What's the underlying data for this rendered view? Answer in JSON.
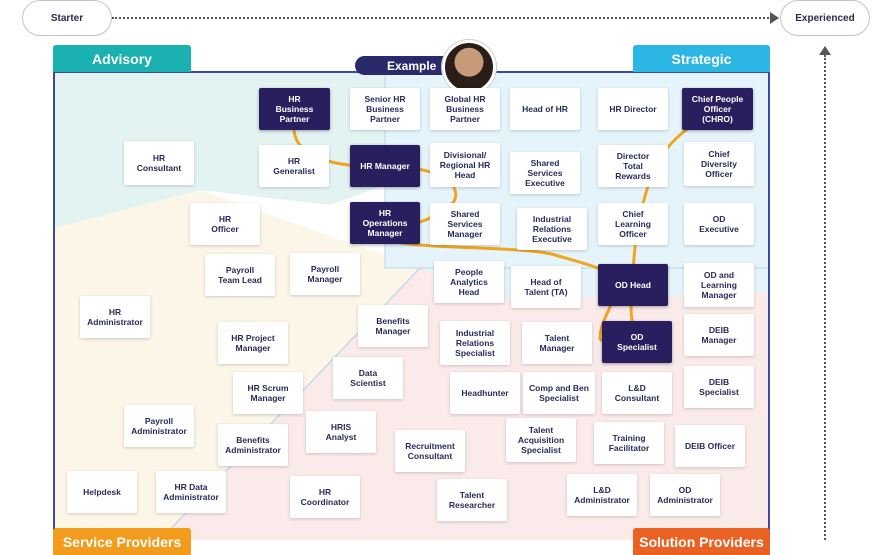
{
  "axis": {
    "start_label": "Starter",
    "end_label": "Experienced"
  },
  "quadrants": {
    "advisory": "Advisory",
    "strategic": "Strategic",
    "service_providers": "Service Providers",
    "solution_providers": "Solution Providers"
  },
  "example_label": "Example",
  "roles": [
    {
      "id": "hr-business-partner",
      "label": "HR\nBusiness\nPartner",
      "highlight": true
    },
    {
      "id": "senior-hr-business-partner",
      "label": "Senior HR\nBusiness\nPartner",
      "highlight": false
    },
    {
      "id": "global-hr-business-partner",
      "label": "Global HR\nBusiness\nPartner",
      "highlight": false
    },
    {
      "id": "head-of-hr",
      "label": "Head of HR",
      "highlight": false
    },
    {
      "id": "hr-director",
      "label": "HR Director",
      "highlight": false
    },
    {
      "id": "chief-people-officer",
      "label": "Chief People\nOfficer\n(CHRO)",
      "highlight": true
    },
    {
      "id": "hr-consultant",
      "label": "HR\nConsultant",
      "highlight": false
    },
    {
      "id": "hr-generalist",
      "label": "HR\nGeneralist",
      "highlight": false
    },
    {
      "id": "hr-manager",
      "label": "HR Manager",
      "highlight": true
    },
    {
      "id": "divisional-regional-hr-head",
      "label": "Divisional/\nRegional HR\nHead",
      "highlight": false
    },
    {
      "id": "shared-services-executive",
      "label": "Shared\nServices\nExecutive",
      "highlight": false
    },
    {
      "id": "director-total-rewards",
      "label": "Director\nTotal\nRewards",
      "highlight": false
    },
    {
      "id": "chief-diversity-officer",
      "label": "Chief\nDiversity\nOfficer",
      "highlight": false
    },
    {
      "id": "hr-officer",
      "label": "HR\nOfficer",
      "highlight": false
    },
    {
      "id": "hr-operations-manager",
      "label": "HR\nOperations\nManager",
      "highlight": true
    },
    {
      "id": "shared-services-manager",
      "label": "Shared\nServices\nManager",
      "highlight": false
    },
    {
      "id": "industrial-relations-executive",
      "label": "Industrial\nRelations\nExecutive",
      "highlight": false
    },
    {
      "id": "chief-learning-officer",
      "label": "Chief\nLearning\nOfficer",
      "highlight": false
    },
    {
      "id": "od-executive",
      "label": "OD\nExecutive",
      "highlight": false
    },
    {
      "id": "payroll-team-lead",
      "label": "Payroll\nTeam Lead",
      "highlight": false
    },
    {
      "id": "payroll-manager",
      "label": "Payroll\nManager",
      "highlight": false
    },
    {
      "id": "people-analytics-head",
      "label": "People\nAnalytics\nHead",
      "highlight": false
    },
    {
      "id": "head-of-talent",
      "label": "Head of\nTalent (TA)",
      "highlight": false
    },
    {
      "id": "od-head",
      "label": "OD Head",
      "highlight": true
    },
    {
      "id": "od-and-learning-manager",
      "label": "OD and\nLearning\nManager",
      "highlight": false
    },
    {
      "id": "hr-administrator",
      "label": "HR\nAdministrator",
      "highlight": false
    },
    {
      "id": "benefits-manager",
      "label": "Benefits\nManager",
      "highlight": false
    },
    {
      "id": "hr-project-manager",
      "label": "HR Project\nManager",
      "highlight": false
    },
    {
      "id": "industrial-relations-specialist",
      "label": "Industrial\nRelations\nSpecialist",
      "highlight": false
    },
    {
      "id": "talent-manager",
      "label": "Talent\nManager",
      "highlight": false
    },
    {
      "id": "od-specialist",
      "label": "OD\nSpecialist",
      "highlight": true
    },
    {
      "id": "deib-manager",
      "label": "DEIB\nManager",
      "highlight": false
    },
    {
      "id": "data-scientist",
      "label": "Data\nScientist",
      "highlight": false
    },
    {
      "id": "hr-scrum-manager",
      "label": "HR Scrum\nManager",
      "highlight": false
    },
    {
      "id": "headhunter",
      "label": "Headhunter",
      "highlight": false
    },
    {
      "id": "comp-and-ben-specialist",
      "label": "Comp and Ben\nSpecialist",
      "highlight": false
    },
    {
      "id": "ld-consultant",
      "label": "L&D\nConsultant",
      "highlight": false
    },
    {
      "id": "deib-specialist",
      "label": "DEIB\nSpecialist",
      "highlight": false
    },
    {
      "id": "payroll-administrator",
      "label": "Payroll\nAdministrator",
      "highlight": false
    },
    {
      "id": "hris-analyst",
      "label": "HRIS\nAnalyst",
      "highlight": false
    },
    {
      "id": "benefits-administrator",
      "label": "Benefits\nAdministrator",
      "highlight": false
    },
    {
      "id": "recruitment-consultant",
      "label": "Recruitment\nConsultant",
      "highlight": false
    },
    {
      "id": "talent-acquisition-specialist",
      "label": "Talent\nAcquisition\nSpecialist",
      "highlight": false
    },
    {
      "id": "training-facilitator",
      "label": "Training\nFacilitator",
      "highlight": false
    },
    {
      "id": "deib-officer",
      "label": "DEIB Officer",
      "highlight": false
    },
    {
      "id": "helpdesk",
      "label": "Helpdesk",
      "highlight": false
    },
    {
      "id": "hr-data-administrator",
      "label": "HR Data\nAdministrator",
      "highlight": false
    },
    {
      "id": "hr-coordinator",
      "label": "HR\nCoordinator",
      "highlight": false
    },
    {
      "id": "talent-researcher",
      "label": "Talent\nResearcher",
      "highlight": false
    },
    {
      "id": "ld-administrator",
      "label": "L&D\nAdministrator",
      "highlight": false
    },
    {
      "id": "od-administrator",
      "label": "OD\nAdministrator",
      "highlight": false
    }
  ]
}
